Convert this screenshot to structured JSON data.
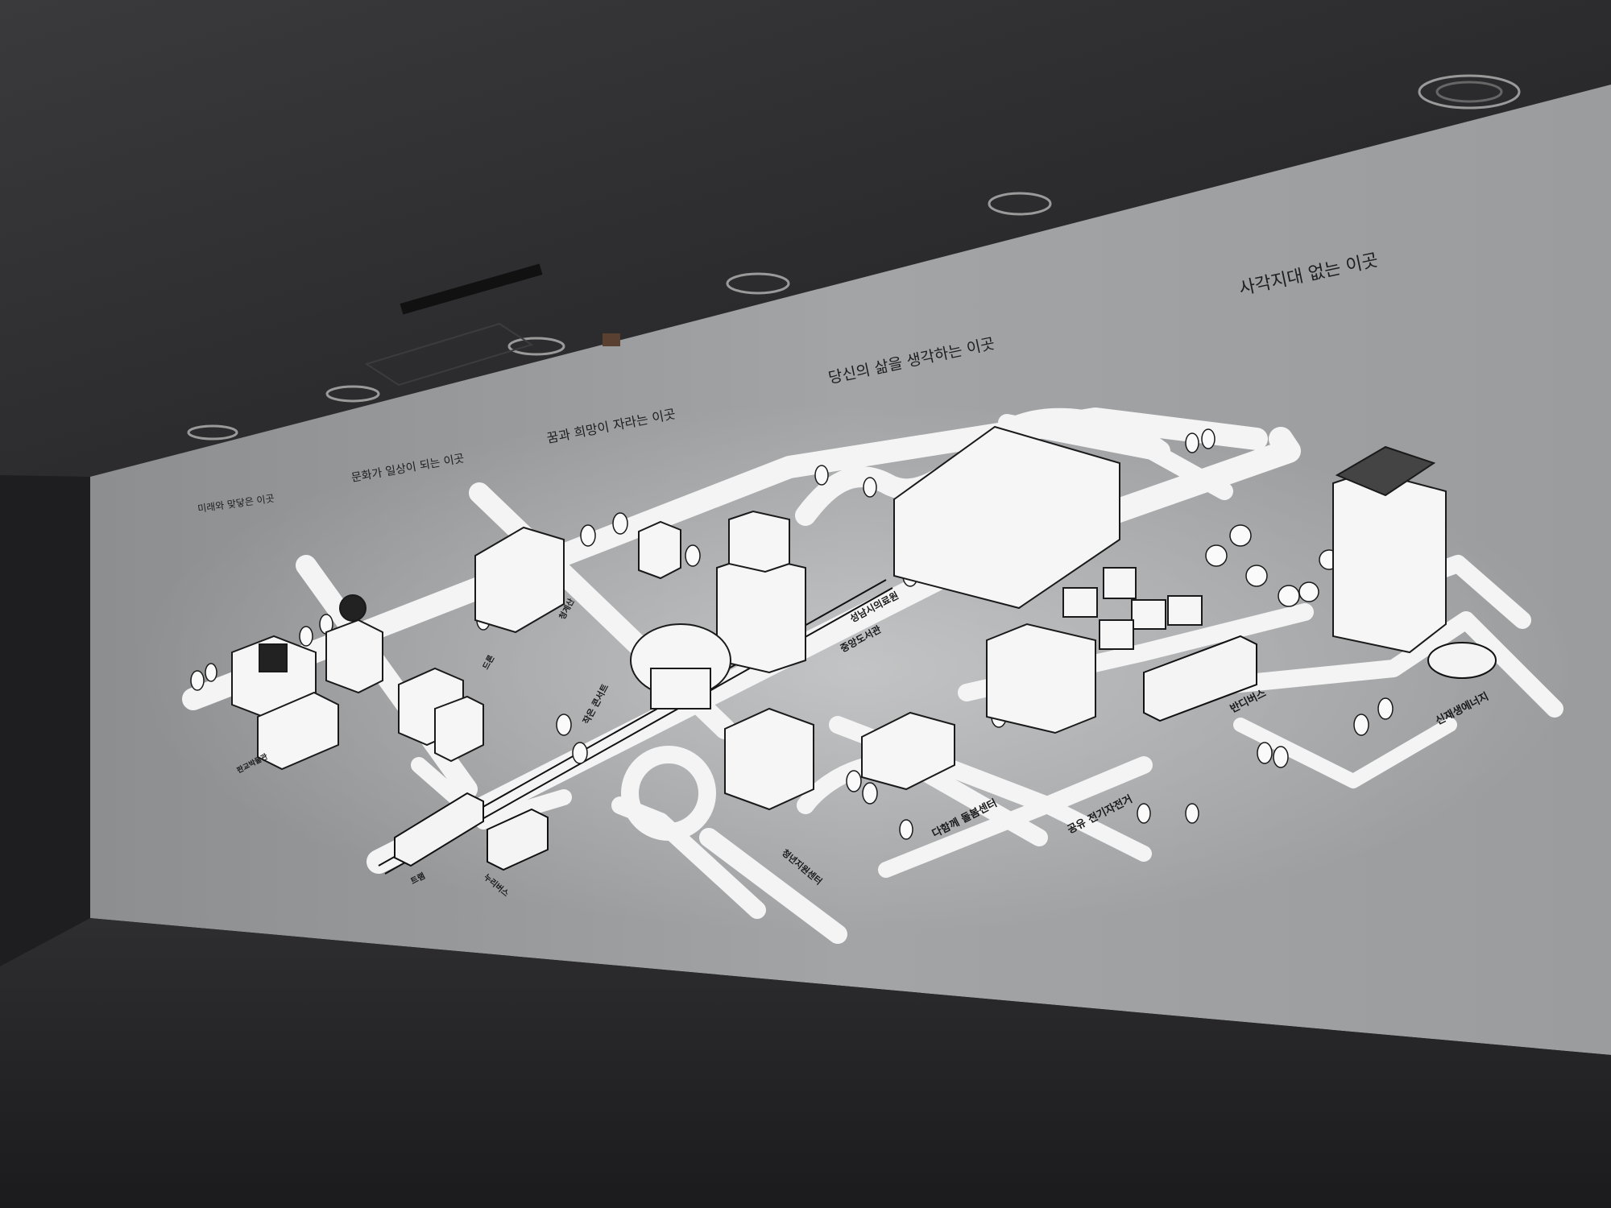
{
  "headings": [
    "미래와 맞닿은 이곳",
    "문화가 일상이 되는 이곳",
    "꿈과 희망이 자라는 이곳",
    "당신의 삶을 생각하는 이곳",
    "사각지대 없는 이곳"
  ],
  "labels": {
    "cheonggyesan": "청계산",
    "library": "중앙도서관",
    "hospital": "성남시의료원",
    "hall": "작은 콘서트",
    "youth": "청년지원센터",
    "care": "다함께 돌봄센터",
    "bike": "공유 전기자전거",
    "bus": "반디버스",
    "energy": "신재생에너지",
    "nbus": "누리버스",
    "tram": "트램",
    "drone": "드론",
    "gallery": "판교박물관"
  },
  "colors": {
    "wall": "#9a9c9e",
    "ceiling": "#2b2b2d",
    "floor": "#232325",
    "road": "#f2f2f2",
    "building": "#f4f4f4",
    "outline": "#1a1a1a"
  }
}
